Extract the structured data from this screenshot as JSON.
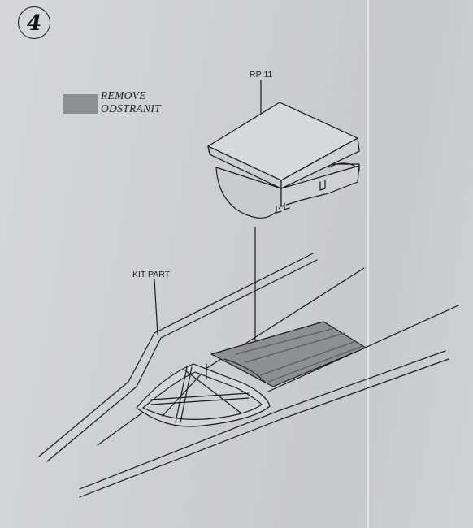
{
  "step": {
    "number": "4"
  },
  "legend": {
    "line1": "REMOVE",
    "line2": "ODSTRANIT",
    "swatch_color": "#8e8f92"
  },
  "callouts": {
    "replacement_part": "RP 11",
    "kit_part": "KIT PART"
  },
  "colors": {
    "ink": "#1a1a1a",
    "paper": "#cfd0d2",
    "highlight": "#8e8f92"
  }
}
